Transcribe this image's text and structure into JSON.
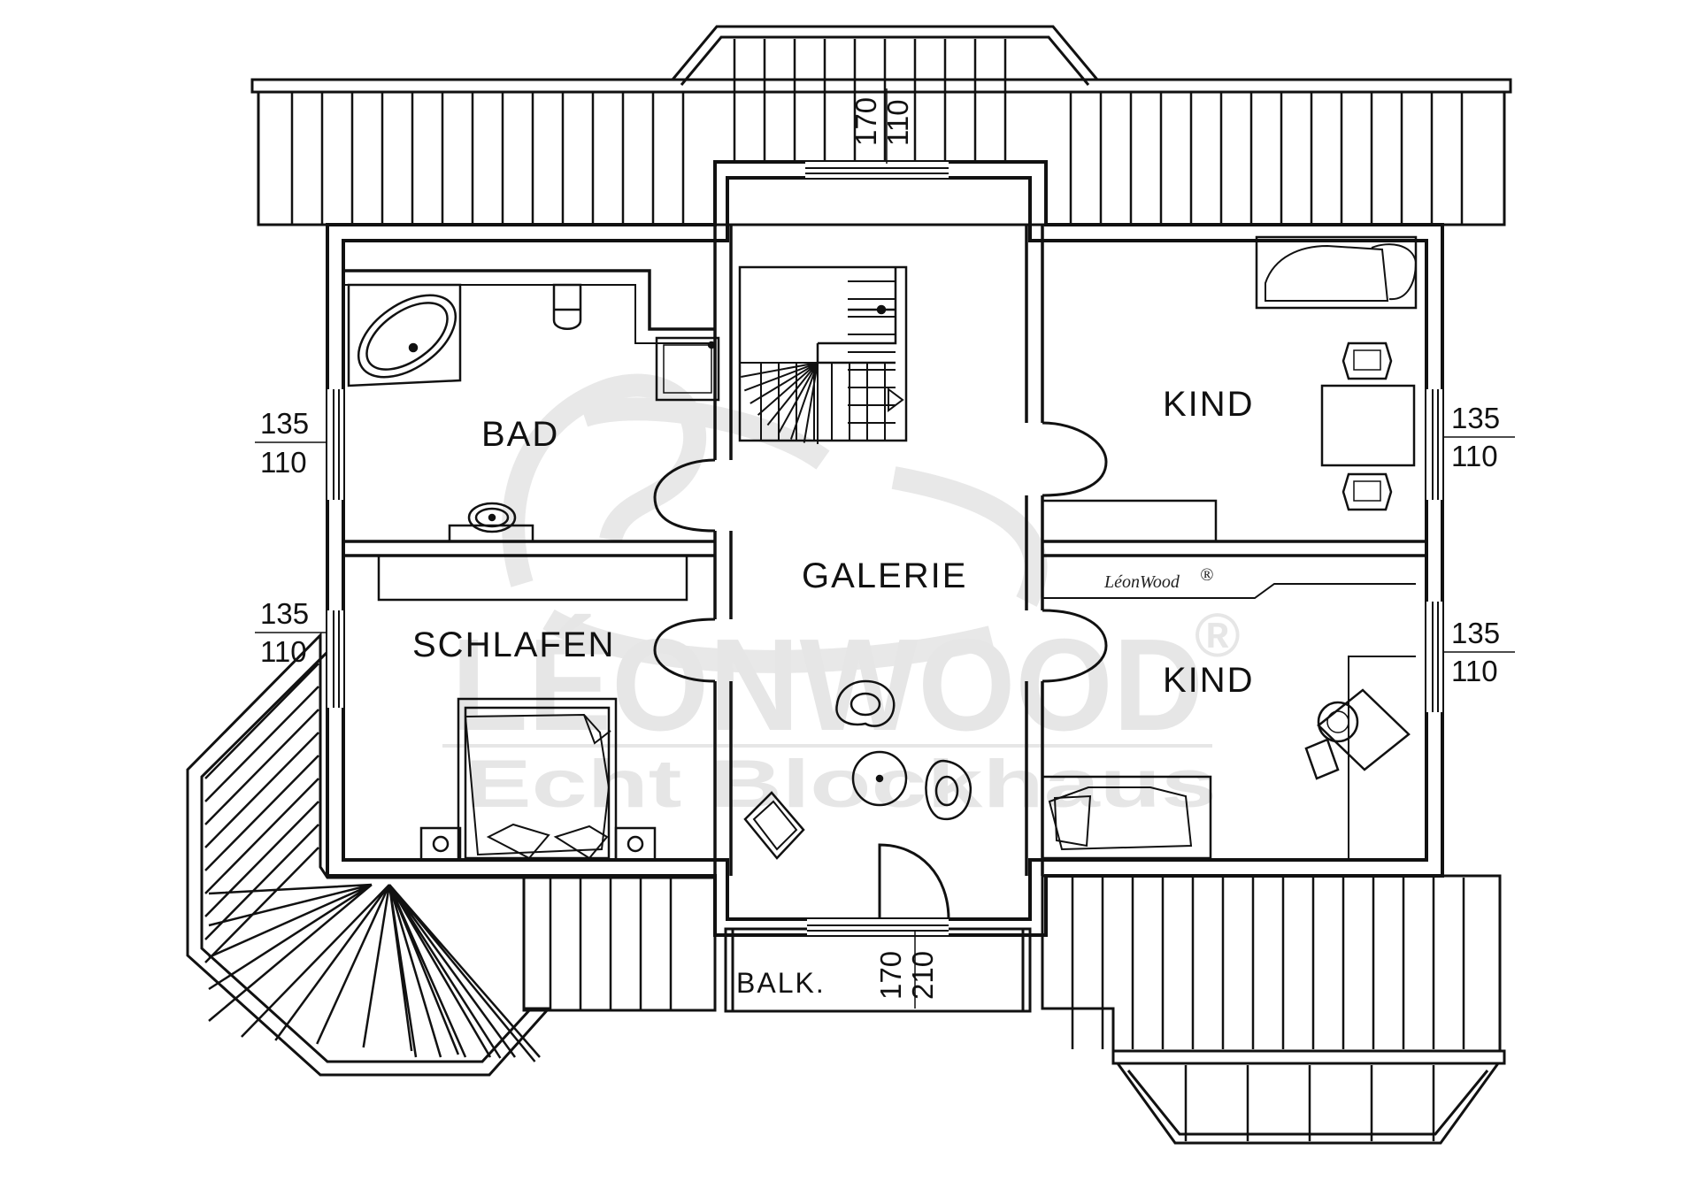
{
  "rooms": {
    "bad": "BAD",
    "kind_upper": "KIND",
    "kind_lower": "KIND",
    "galerie": "GALERIE",
    "schlafen": "SCHLAFEN",
    "balkon": "BALK."
  },
  "dimensions": {
    "top_window": {
      "top": "170",
      "bottom": "110"
    },
    "left_bad": {
      "top": "135",
      "bottom": "110"
    },
    "left_schlafen": {
      "top": "135",
      "bottom": "110"
    },
    "right_kind_upper": {
      "top": "135",
      "bottom": "110"
    },
    "right_kind_lower": {
      "top": "135",
      "bottom": "110"
    },
    "balcony_door": {
      "top": "170",
      "bottom": "210"
    }
  },
  "branding": {
    "small_logo": "LéonWood",
    "registered": "®",
    "watermark_line1": "LÉONWOOD",
    "watermark_line2": "Echt Blockhaus"
  },
  "colors": {
    "line": "#111111",
    "watermark": "#e6e6e6",
    "background": "#ffffff"
  }
}
